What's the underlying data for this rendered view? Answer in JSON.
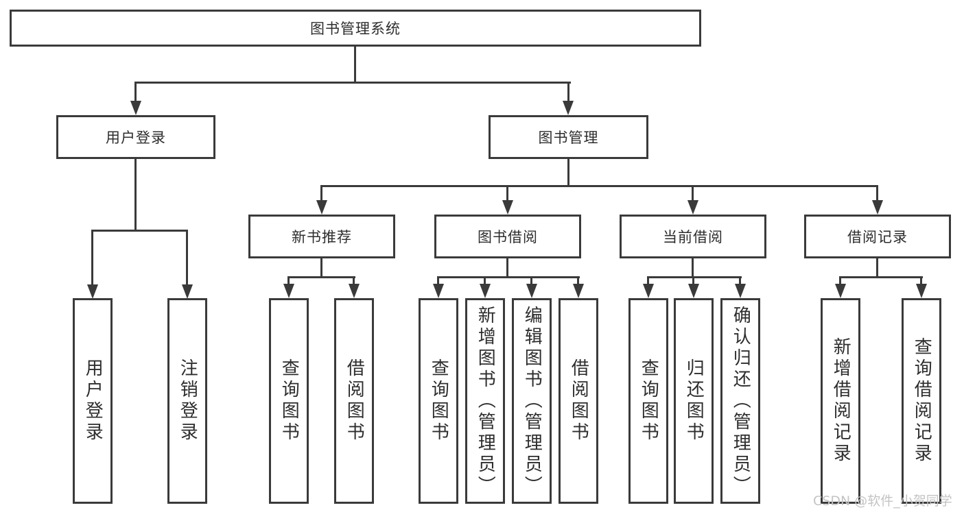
{
  "nodes": {
    "root": {
      "label": "图书管理系统"
    },
    "user_login": {
      "label": "用户登录"
    },
    "book_mgmt": {
      "label": "图书管理"
    },
    "new_book_rec": {
      "label": "新书推荐"
    },
    "book_borrow": {
      "label": "图书借阅"
    },
    "current_borrow": {
      "label": "当前借阅"
    },
    "borrow_records": {
      "label": "借阅记录"
    },
    "leaf_user_login": {
      "label": "用户登录"
    },
    "leaf_logout": {
      "label": "注销登录"
    },
    "leaf_query_book_rec": {
      "label": "查询图书"
    },
    "leaf_borrow_book_rec": {
      "label": "借阅图书"
    },
    "leaf_query_book_borrow": {
      "label": "查询图书"
    },
    "leaf_add_book_admin": {
      "label": "新增图书（管理员）"
    },
    "leaf_edit_book_admin": {
      "label": "编辑图书（管理员）"
    },
    "leaf_borrow_book_borrow": {
      "label": "借阅图书"
    },
    "leaf_query_book_current": {
      "label": "查询图书"
    },
    "leaf_return_book": {
      "label": "归还图书"
    },
    "leaf_confirm_return_admin": {
      "label": "确认归还（管理员）"
    },
    "leaf_add_borrow_record": {
      "label": "新增借阅记录"
    },
    "leaf_query_borrow_record": {
      "label": "查询借阅记录"
    }
  },
  "hierarchy": {
    "图书管理系统": [
      "用户登录",
      "图书管理"
    ],
    "用户登录": [
      "用户登录",
      "注销登录"
    ],
    "图书管理": [
      "新书推荐",
      "图书借阅",
      "当前借阅",
      "借阅记录"
    ],
    "新书推荐": [
      "查询图书",
      "借阅图书"
    ],
    "图书借阅": [
      "查询图书",
      "新增图书（管理员）",
      "编辑图书（管理员）",
      "借阅图书"
    ],
    "当前借阅": [
      "查询图书",
      "归还图书",
      "确认归还（管理员）"
    ],
    "借阅记录": [
      "新增借阅记录",
      "查询借阅记录"
    ]
  },
  "watermark": {
    "text": "CSDN @软件_小贺同学"
  },
  "colors": {
    "line": "#3a3a3a",
    "text": "#2d2d2d",
    "background": "#ffffff",
    "watermark": "#c4c4c4"
  }
}
